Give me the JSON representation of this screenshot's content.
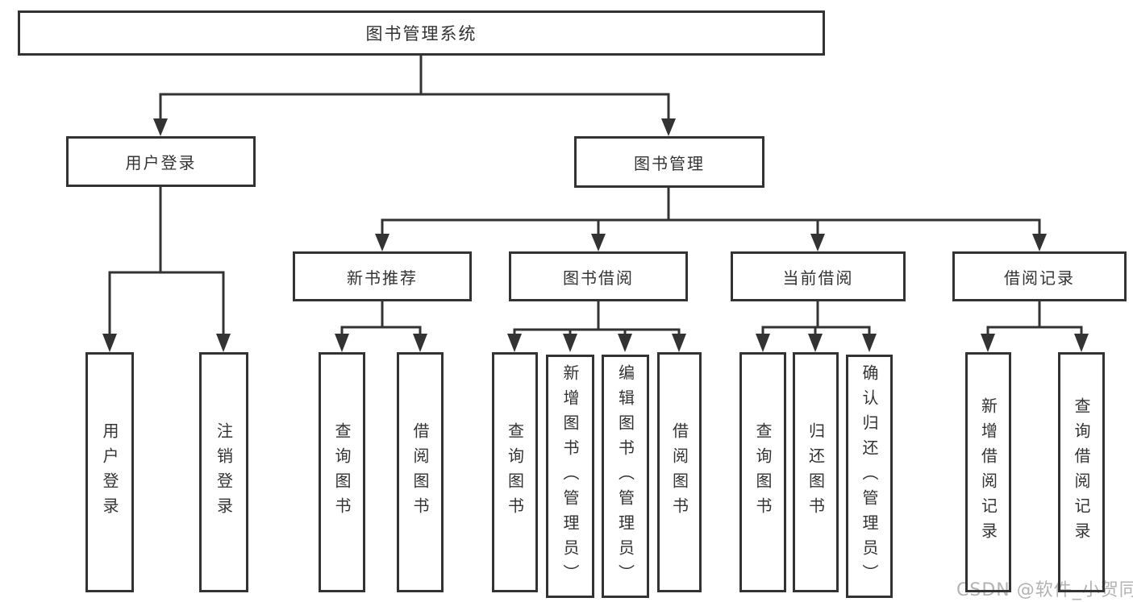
{
  "diagram": {
    "root": {
      "label": "图书管理系统"
    },
    "level2": {
      "user_login": {
        "label": "用户登录"
      },
      "book_mgmt": {
        "label": "图书管理"
      }
    },
    "level3": {
      "new_book_rec": {
        "label": "新书推荐"
      },
      "book_borrow": {
        "label": "图书借阅"
      },
      "current_borrow": {
        "label": "当前借阅"
      },
      "borrow_record": {
        "label": "借阅记录"
      }
    },
    "leaves": {
      "user_login": {
        "label": "用户登录"
      },
      "logout": {
        "label": "注销登录"
      },
      "rec_query_book": {
        "label": "查询图书"
      },
      "rec_borrow_book": {
        "label": "借阅图书"
      },
      "bb_query_book": {
        "label": "查询图书"
      },
      "bb_add_book": {
        "label": "新增图书（管理员）"
      },
      "bb_edit_book": {
        "label": "编辑图书（管理员）"
      },
      "bb_borrow_book": {
        "label": "借阅图书"
      },
      "cb_query_book": {
        "label": "查询图书"
      },
      "cb_return_book": {
        "label": "归还图书"
      },
      "cb_confirm_return": {
        "label": "确认归还（管理员）"
      },
      "br_add_record": {
        "label": "新增借阅记录"
      },
      "br_query_record": {
        "label": "查询借阅记录"
      }
    }
  },
  "watermark": {
    "text": "CSDN @软件_小贺同学"
  },
  "colors": {
    "line": "#333333",
    "text": "#333333",
    "box_background": "#ffffff",
    "watermark": "#b3b3b3"
  }
}
